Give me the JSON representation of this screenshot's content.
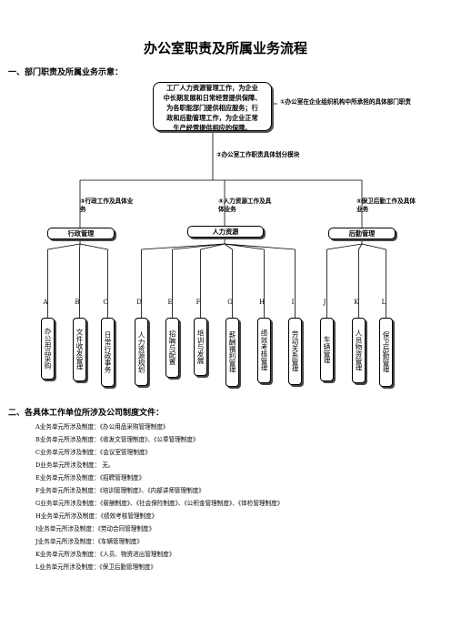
{
  "title": "办公室职责及所属业务流程",
  "section1": "一、部门职责及所属业务示意：",
  "section2": "二、各具体工作单位所涉及公司制度文件：",
  "top_box": [
    "工厂人力资源管理工作，为企业",
    "中长期发展和日常经营提供保障、",
    "为各职能部门提供相应服务；行",
    "政和后勤管理工作，为企业正常",
    "生产经营提供相应的保障。"
  ],
  "notes": {
    "n1": "①办公室在企业组织机构中所承担的具体部门职责",
    "n2": "②办公室工作职责具体划分模块",
    "n3": "③行政工作及具体业务",
    "n4": "④人力资源工作及具体业务",
    "n5": "⑤保卫后勤工作及具体业务"
  },
  "departments": {
    "admin": "行政管理",
    "hr": "人力资源",
    "logistics": "后勤管理"
  },
  "leaves": [
    {
      "letter": "A",
      "text": "办公用品采购"
    },
    {
      "letter": "B",
      "text": "文件收发管理"
    },
    {
      "letter": "C",
      "text": "日常行政事务"
    },
    {
      "letter": "D",
      "text": "人力资源规划"
    },
    {
      "letter": "E",
      "text": "招聘与配置"
    },
    {
      "letter": "F",
      "text": "培训与发展"
    },
    {
      "letter": "G",
      "text": "薪酬福利管理"
    },
    {
      "letter": "H",
      "text": "绩效考核管理"
    },
    {
      "letter": "I",
      "text": "劳动关系管理"
    },
    {
      "letter": "J",
      "text": "车辆管理"
    },
    {
      "letter": "K",
      "text": "人员物资管理"
    },
    {
      "letter": "L",
      "text": "保卫后勤管理"
    }
  ],
  "rules": [
    "A业务单元所涉及制度：《办公用品采购管理制度》",
    "B业务单元所涉及制度：《收发文管理制度》、《公章管理制度》",
    "C业务单元所涉及制度：《会议室管理制度》",
    "D业务单元所涉及制度： 无。",
    "E业务单元所涉及制度：《招聘管理制度》",
    "F业务单元所涉及制度：《培训管理制度》、《内部讲师管理制度》",
    "G业务单元所涉及制度：《薪酬制度》、《社会保险制度》、《公积金管理制度》、《体检管理制度》",
    "H业务单元所涉及制度：《绩效考核管理制度》",
    "I业务单元所涉及制度：《劳动合同管理制度》",
    "J业务单元所涉及制度：《车辆管理制度》",
    "K业务单元所涉及制度：《人员、物资进出管理制度》",
    "L业务单元所涉及制度：《保卫后勤管理制度》"
  ]
}
